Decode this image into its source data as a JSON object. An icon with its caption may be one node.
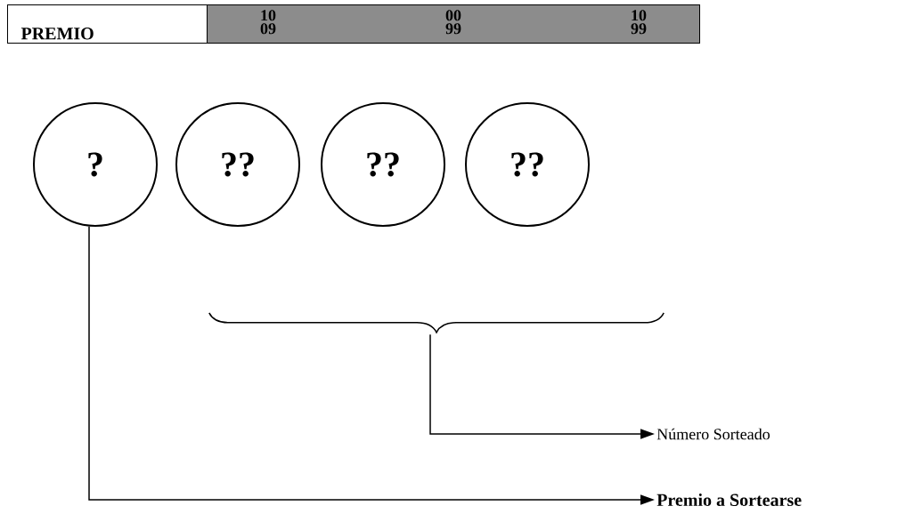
{
  "diagram": {
    "nodes": [
      {
        "text": [
          "PREMIO"
        ]
      },
      {
        "text": [
          "10",
          "00",
          "10",
          "09",
          "99",
          "99"
        ]
      },
      {
        "text": [
          "?"
        ]
      },
      {
        "text": [
          "??"
        ]
      },
      {
        "text": [
          "??"
        ]
      },
      {
        "text": [
          "??"
        ]
      },
      {
        "text": [],
        "shape": "bracket"
      },
      {
        "text": [
          "Número Sorteado"
        ]
      },
      {
        "text": [
          "Premio a Sortearse"
        ]
      }
    ],
    "edges": [
      {
        "from": 6,
        "to": 7,
        "arrow": "to"
      },
      {
        "from": 2,
        "to": 8,
        "arrow": "to"
      }
    ]
  }
}
